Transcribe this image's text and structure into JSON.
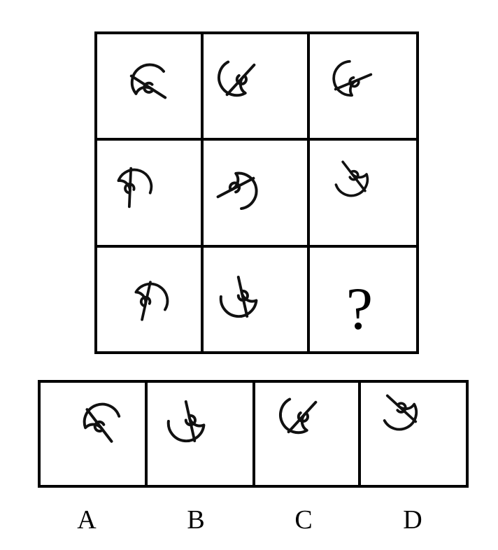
{
  "puzzle": {
    "grid_rows": 3,
    "grid_cols": 3,
    "missing_cell_symbol": "?",
    "cells": [
      {
        "row": 1,
        "col": 1,
        "figure": "spiral-with-stroke"
      },
      {
        "row": 1,
        "col": 2,
        "figure": "spiral-with-stroke"
      },
      {
        "row": 1,
        "col": 3,
        "figure": "spiral-with-stroke"
      },
      {
        "row": 2,
        "col": 1,
        "figure": "spiral-with-stroke"
      },
      {
        "row": 2,
        "col": 2,
        "figure": "spiral-with-stroke"
      },
      {
        "row": 2,
        "col": 3,
        "figure": "spiral-with-stroke"
      },
      {
        "row": 3,
        "col": 1,
        "figure": "spiral-with-stroke"
      },
      {
        "row": 3,
        "col": 2,
        "figure": "spiral-with-stroke"
      },
      {
        "row": 3,
        "col": 3,
        "figure": "question-mark"
      }
    ]
  },
  "options": {
    "labels": [
      "A",
      "B",
      "C",
      "D"
    ]
  }
}
